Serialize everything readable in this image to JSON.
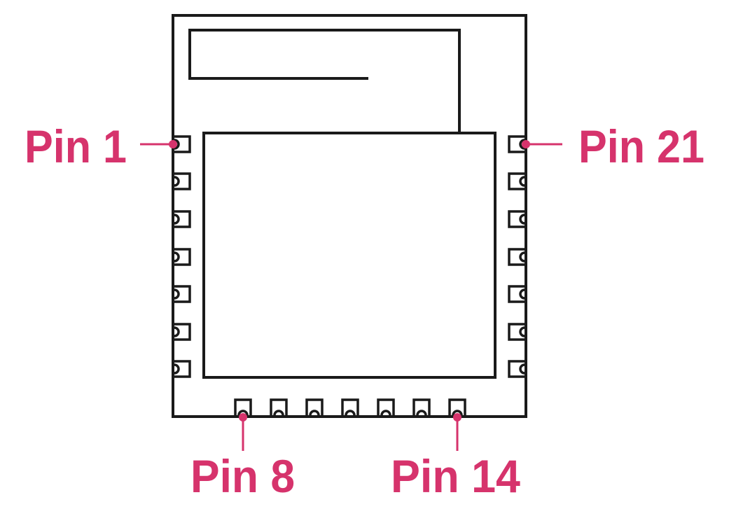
{
  "colors": {
    "outline": "#1a1a1a",
    "accent": "#d6336c",
    "background": "#ffffff"
  },
  "labels": {
    "pin1": "Pin 1",
    "pin8": "Pin 8",
    "pin14": "Pin 14",
    "pin21": "Pin 21"
  }
}
